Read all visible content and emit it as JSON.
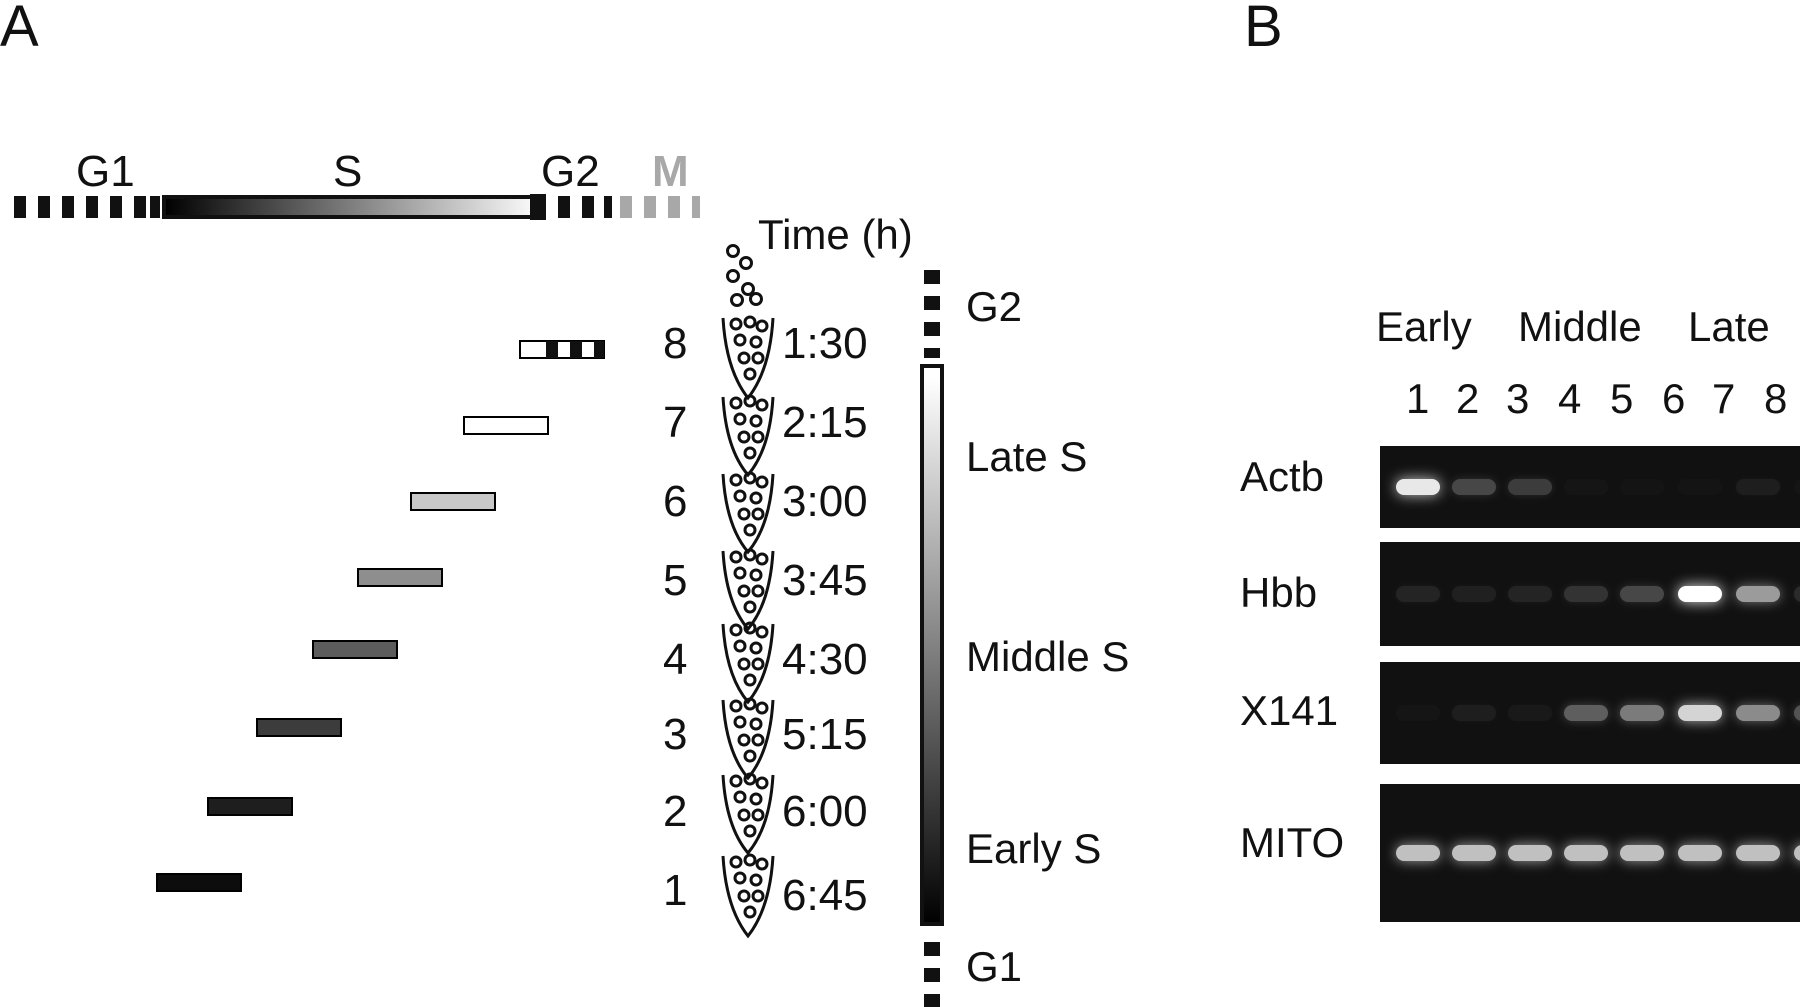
{
  "panel_a": {
    "letter": "A",
    "phases": {
      "g1": "G1",
      "s": "S",
      "g2": "G2",
      "m": "M"
    },
    "time_header": "Time (h)",
    "fractions": [
      {
        "number": "1",
        "time": "6:45",
        "shade": "#0d0d0d"
      },
      {
        "number": "2",
        "time": "6:00",
        "shade": "#1e1e1e"
      },
      {
        "number": "3",
        "time": "5:15",
        "shade": "#3c3c3c"
      },
      {
        "number": "4",
        "time": "4:30",
        "shade": "#5c5c5c"
      },
      {
        "number": "5",
        "time": "3:45",
        "shade": "#8e8e8e"
      },
      {
        "number": "6",
        "time": "3:00",
        "shade": "#c8c8c8"
      },
      {
        "number": "7",
        "time": "2:15",
        "shade": "#ffffff"
      },
      {
        "number": "8",
        "time": "1:30",
        "shade": "striped"
      }
    ],
    "sorting_labels": {
      "g2": "G2",
      "late_s": "Late S",
      "middle_s": "Middle S",
      "early_s": "Early S",
      "g1": "G1"
    }
  },
  "panel_b": {
    "letter": "B",
    "group_labels": [
      "Early",
      "Middle",
      "Late"
    ],
    "lane_numbers": [
      "1",
      "2",
      "3",
      "4",
      "5",
      "6",
      "7",
      "8"
    ],
    "gels": [
      {
        "label": "Actb",
        "intensities": [
          0.95,
          0.45,
          0.4,
          0.05,
          0.03,
          0.03,
          0.2,
          0.05
        ]
      },
      {
        "label": "Hbb",
        "intensities": [
          0.25,
          0.22,
          0.25,
          0.35,
          0.45,
          1.0,
          0.75,
          0.3
        ]
      },
      {
        "label": "X141",
        "intensities": [
          0.05,
          0.2,
          0.15,
          0.55,
          0.65,
          0.9,
          0.7,
          0.5
        ]
      },
      {
        "label": "MITO",
        "intensities": [
          0.85,
          0.85,
          0.85,
          0.85,
          0.85,
          0.85,
          0.85,
          0.85
        ]
      }
    ]
  },
  "colors": {
    "black": "#111111",
    "gray_m": "#a8a8a8",
    "gel_bg": "#111111"
  }
}
